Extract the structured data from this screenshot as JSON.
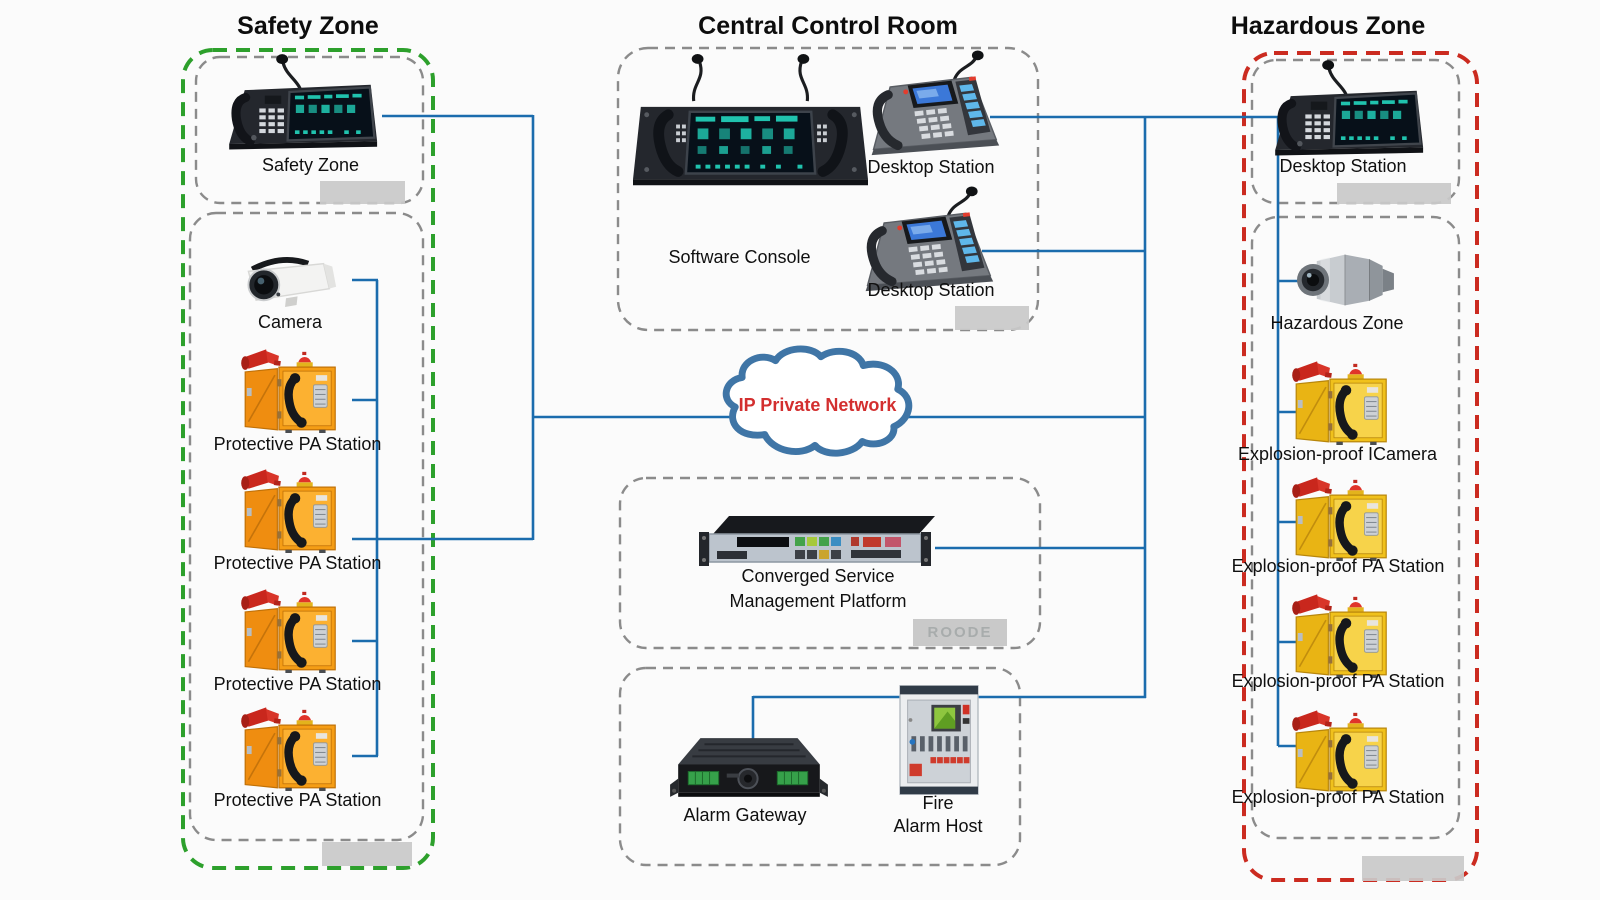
{
  "titles": {
    "safety": "Safety Zone",
    "central": "Central Control Room",
    "hazardous": "Hazardous Zone"
  },
  "safety": {
    "station_label": "Safety Zone",
    "items": [
      {
        "label": "Camera"
      },
      {
        "label": "Protective PA Station"
      },
      {
        "label": "Protective PA Station"
      },
      {
        "label": "Protective PA Station"
      },
      {
        "label": "Protective PA Station"
      }
    ]
  },
  "central": {
    "console_label": "Software Console",
    "desktop_top_label": "Desktop Station",
    "desktop_bottom_label": "Desktop Station"
  },
  "network": {
    "label": "IP Private Network"
  },
  "platform": {
    "line1": "Converged Service",
    "line2": "Management Platform"
  },
  "alarm": {
    "gateway_label": "Alarm Gateway",
    "fire_line1": "Fire",
    "fire_line2": "Alarm Host"
  },
  "hazardous": {
    "station_label": "Desktop Station",
    "items": [
      {
        "label": "Hazardous Zone"
      },
      {
        "label": "Explosion-proof ICamera"
      },
      {
        "label": "Explosion-proof PA Station"
      },
      {
        "label": "Explosion-proof PA Station"
      },
      {
        "label": "Explosion-proof PA Station"
      }
    ]
  },
  "watermark": {
    "text": "ROODE"
  },
  "colors": {
    "line": "#1b6cad",
    "safety_border": "#2da02c",
    "hazardous_border": "#cb2b20",
    "inner_border": "#8b8b8b",
    "network_label": "#d32f2f"
  }
}
